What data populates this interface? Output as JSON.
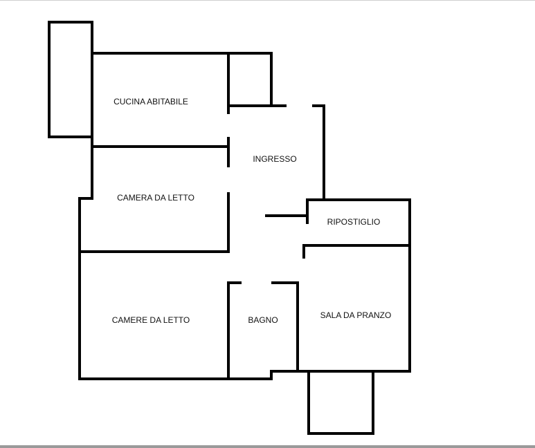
{
  "plan": {
    "wall_color": "#000000",
    "background_color": "#ffffff",
    "rooms": {
      "kitchen": "CUCINA ABITABILE",
      "entrance": "INGRESSO",
      "bedroom_1": "CAMERA DA LETTO",
      "storage": "RIPOSTIGLIO",
      "bedroom_2": "CAMERE DA LETTO",
      "bathroom": "BAGNO",
      "dining_room": "SALA DA PRANZO"
    }
  }
}
